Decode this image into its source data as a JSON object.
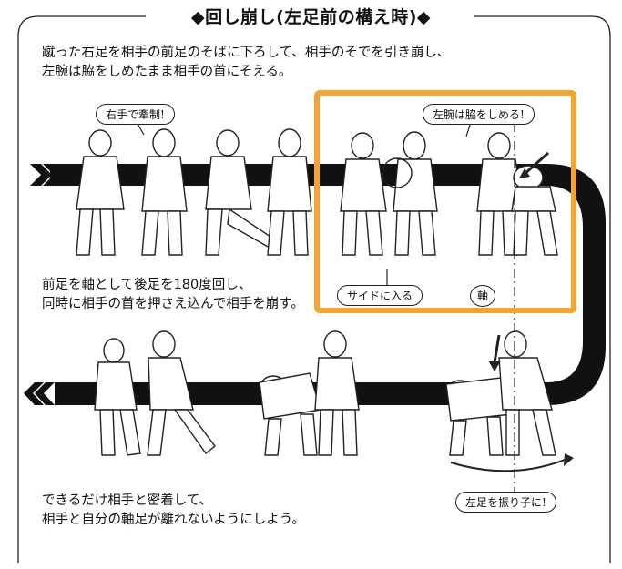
{
  "title": "◆回し崩し(左足前の構え時)◆",
  "intro": {
    "line1": "蹴った右足を相手の前足のそばに下ろして、相手のそでを引き崩し、",
    "line2": "左腕は脇をしめたまま相手の首にそえる。"
  },
  "middle": {
    "line1": "前足を軸として後足を180度回し、",
    "line2": "同時に相手の首を押さえ込んで相手を崩す。"
  },
  "bottom": {
    "line1": "できるだけ相手と密着して、",
    "line2": "相手と自分の軸足が離れないようにしよう。"
  },
  "callouts": {
    "pull_sleeve": "右手で牽制!",
    "armpit": "左腕は脇をしめる!",
    "side": "サイドに入る",
    "axis": "軸",
    "pendulum": "左足を振り子に!"
  },
  "colors": {
    "highlight": "#f5a331",
    "path": "#111111"
  }
}
